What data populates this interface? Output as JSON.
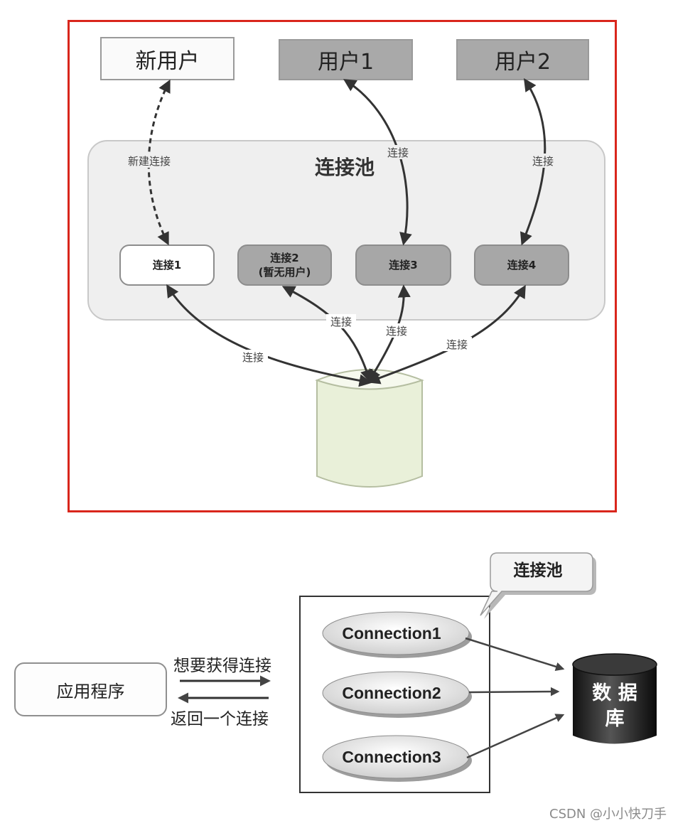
{
  "top": {
    "users": {
      "new_user": "新用户",
      "user1": "用户1",
      "user2": "用户2"
    },
    "pool_title": "连接池",
    "connections": {
      "c1": "连接1",
      "c2_line1": "连接2",
      "c2_line2": "(暂无用户)",
      "c3": "连接3",
      "c4": "连接4"
    },
    "edge_labels": {
      "new_connection": "新建连接",
      "user1_link": "连接",
      "user2_link": "连接",
      "db_c1": "连接",
      "db_c2": "连接",
      "db_c3": "连接",
      "db_c4": "连接"
    }
  },
  "bottom": {
    "app": "应用程序",
    "request": "想要获得连接",
    "response": "返回一个连接",
    "pool_bubble": "连接池",
    "connections": [
      "Connection1",
      "Connection2",
      "Connection3"
    ],
    "database_line1": "数 据",
    "database_line2": "库"
  },
  "watermark": "CSDN @小小快刀手",
  "colors": {
    "frame_red": "#d9261c",
    "db_top_green": "#e9f0d9",
    "user_gray": "#a9a9a9"
  }
}
